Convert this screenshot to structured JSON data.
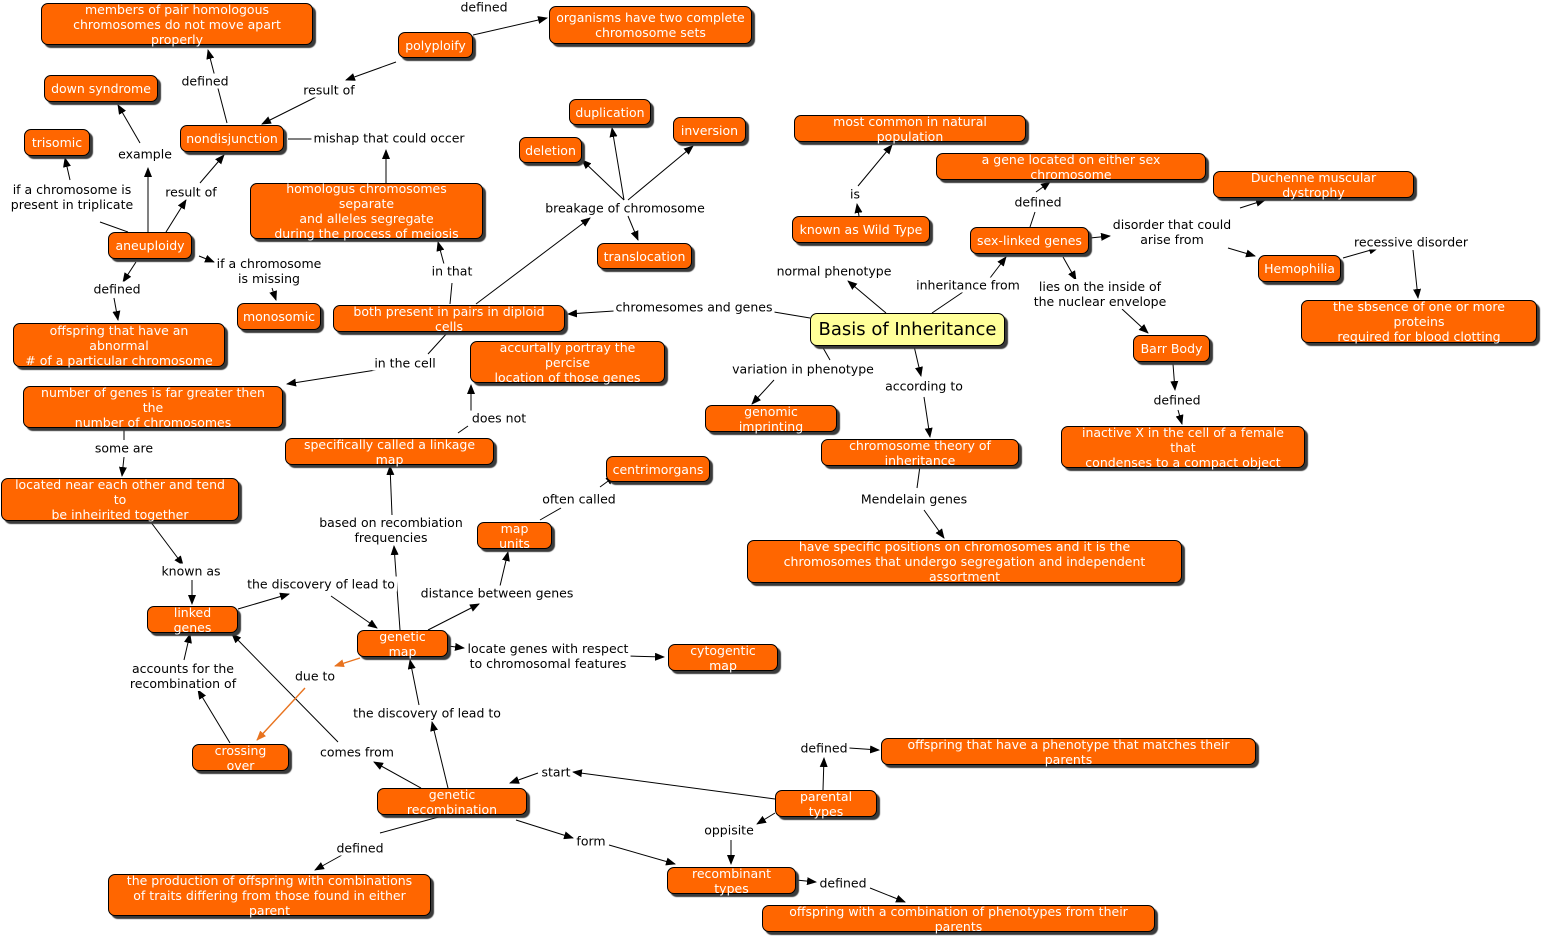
{
  "root": {
    "label": "Basis of Inheritance"
  },
  "nodes": {
    "members_not_apart": "members of pair homologous\nchromosomes do not move apart properly",
    "organisms_two_sets": "organisms have two complete\nchromosome sets",
    "polyploidy": "polyploify",
    "down_syndrome": "down syndrome",
    "trisomic": "trisomic",
    "nondisjunction": "nondisjunction",
    "duplication": "duplication",
    "inversion": "inversion",
    "deletion": "deletion",
    "most_common": "most common in natural population",
    "gene_sex_chromosome": "a gene located on either sex chromosome",
    "duchenne": "Duchenne muscular dystrophy",
    "homologus_separate": "homologus chromosomes separate\nand alleles segregate\nduring the process of meiosis",
    "wild_type": "known as Wild Type",
    "sex_linked": "sex-linked genes",
    "aneuploidy": "aneuploidy",
    "translocation": "translocation",
    "hemophilia": "Hemophilia",
    "monosomic": "monosomic",
    "both_present": "both present in pairs in diploid cells",
    "abnormal_offspring": "offspring that have an abnormal\n# of a particular chromosome",
    "absence_proteins": "the sbsence of one or more proteins\nrequired for blood clotting",
    "barr_body": "Barr Body",
    "accurately": "accurtally portray the percise\nlocation of those genes",
    "genes_greater": "number of genes is far greater then the\nnumber of chromosomes",
    "genomic_imprinting": "genomic imprinting",
    "inactive_x": "inactive X in the cell of a female that\ncondenses to a compact object",
    "linkage_map": "specifically called a linkage map",
    "chromosome_theory": "chromosome theory of inheritance",
    "centrimorgans": "centrimorgans",
    "near_each_other": "located near each other and tend to\nbe inheirited together",
    "map_units": "map units",
    "specific_positions": "have specific positions on chromosomes and it is the\nchromosomes that undergo segregation and independent assortment",
    "linked_genes": "linked genes",
    "genetic_map": "genetic map",
    "cytogenetic_map": "cytogentic map",
    "offspring_match": "offspring that have a phenotype that matches their parents",
    "crossing_over": "crossing over",
    "genetic_recombination": "genetic recombination",
    "parental_types": "parental types",
    "production_offspring": "the production of offspring with combinations\nof traits differing from those found in either parent",
    "recombinant_types": "recombinant types",
    "offspring_combination": "offspring with a combination of phenotypes from their parents"
  },
  "links": {
    "defined_polyploidy": "defined",
    "defined_nondisjunction": "defined",
    "result_of_polyploidy": "result of",
    "mishap": "mishap that could occer",
    "example": "example",
    "result_of_aneuploidy": "result of",
    "if_triplicate": "if a chromosome is\npresent in triplicate",
    "breakage": "breakage of chromosome",
    "is_label": "is",
    "defined_sex_linked": "defined",
    "disorder_arise": "disorder that could\narise from",
    "recessive_disorder": "recessive disorder",
    "normal_phenotype": "normal phenotype",
    "inheritance_from": "inheritance from",
    "if_missing": "if a chromosome\nis missing",
    "in_that": "in that",
    "defined_aneuploidy": "defined",
    "chromosomes_genes": "chromesomes and genes",
    "lies_inside": "lies on the inside of\nthe nuclear envelope",
    "in_the_cell": "in the cell",
    "variation_phenotype": "variation in phenotype",
    "according_to": "according to",
    "defined_barr": "defined",
    "does_not": "does not",
    "some_are": "some are",
    "often_called": "often called",
    "mendelain": "Mendelain genes",
    "based_on": "based on recombiation\nfrequencies",
    "known_as": "known as",
    "discovery_top": "the discovery of lead to",
    "distance": "distance between genes",
    "locate_genes": "locate genes with respect\nto chromosomal features",
    "accounts_for": "accounts for the\nrecombination of",
    "due_to": "due to",
    "discovery_bottom": "the discovery of lead to",
    "comes_from": "comes from",
    "defined_parental": "defined",
    "start": "start",
    "oppisite": "oppisite",
    "defined_recombination": "defined",
    "form": "form",
    "defined_recombinant": "defined"
  },
  "colors": {
    "node_fill": "#ff6600",
    "root_fill": "#ffff99",
    "due_to_edge": "#e8731f",
    "edge": "#000000"
  }
}
